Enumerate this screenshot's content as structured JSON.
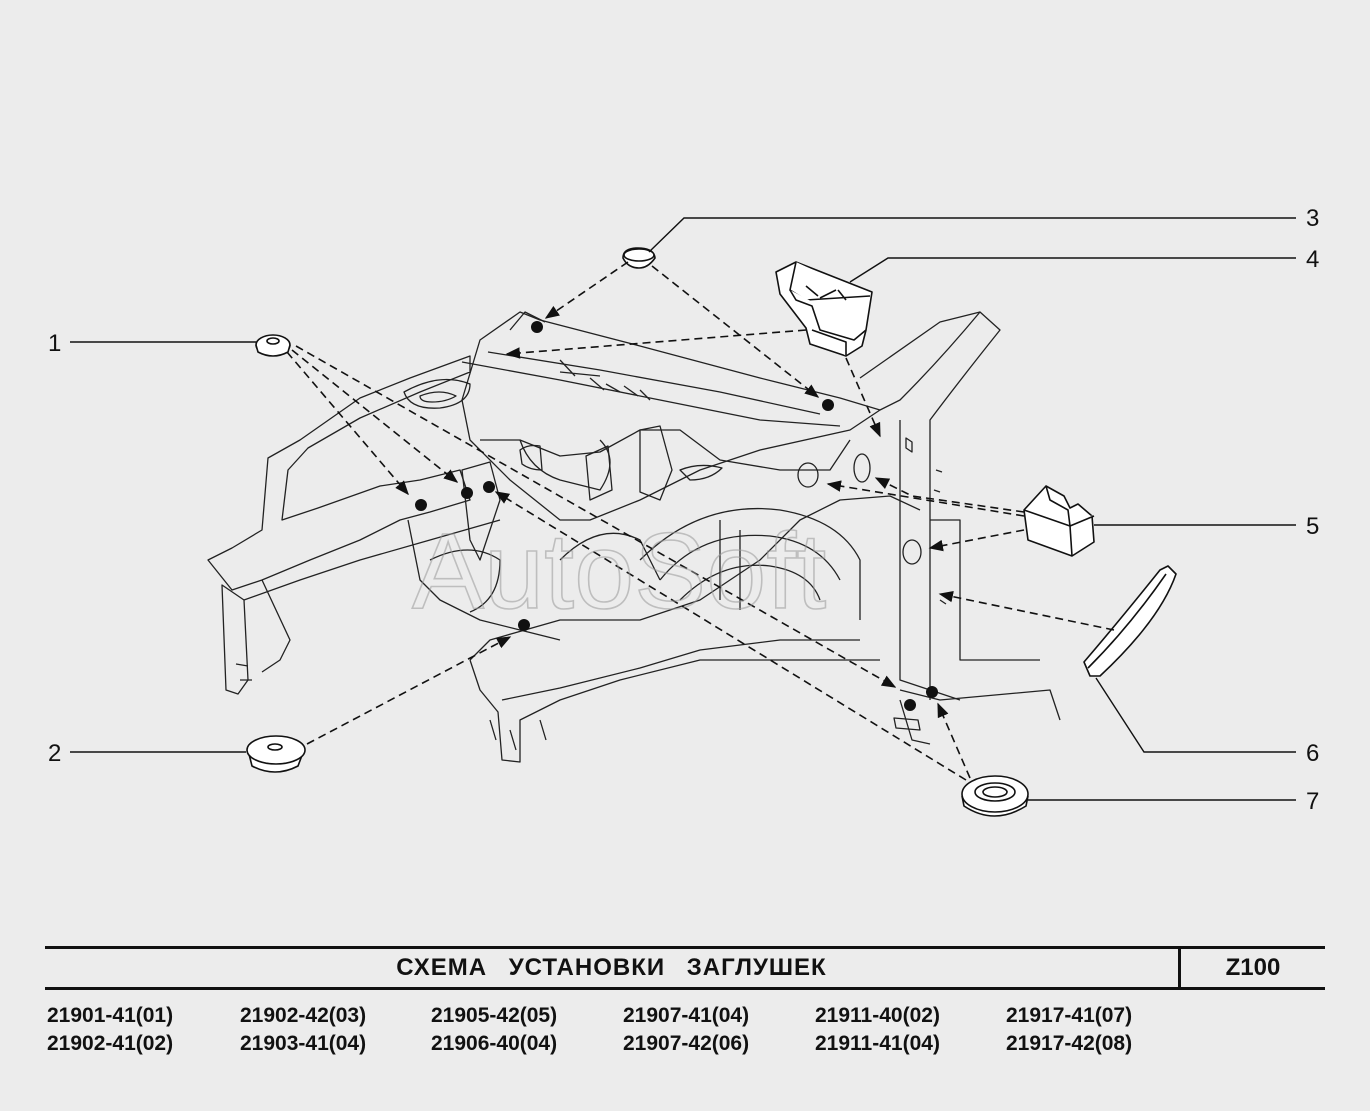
{
  "watermark": "AutoSoft",
  "callouts": [
    "1",
    "2",
    "3",
    "4",
    "5",
    "6",
    "7"
  ],
  "title": "СХЕМА   УСТАНОВКИ   ЗАГЛУШЕК",
  "code": "Z100",
  "models": [
    [
      "21901-41(01)",
      "21902-41(02)"
    ],
    [
      "21902-42(03)",
      "21903-41(04)"
    ],
    [
      "21905-42(05)",
      "21906-40(04)"
    ],
    [
      "21907-41(04)",
      "21907-42(06)"
    ],
    [
      "21911-40(02)",
      "21911-41(04)"
    ],
    [
      "21917-41(07)",
      "21917-42(08)"
    ]
  ]
}
